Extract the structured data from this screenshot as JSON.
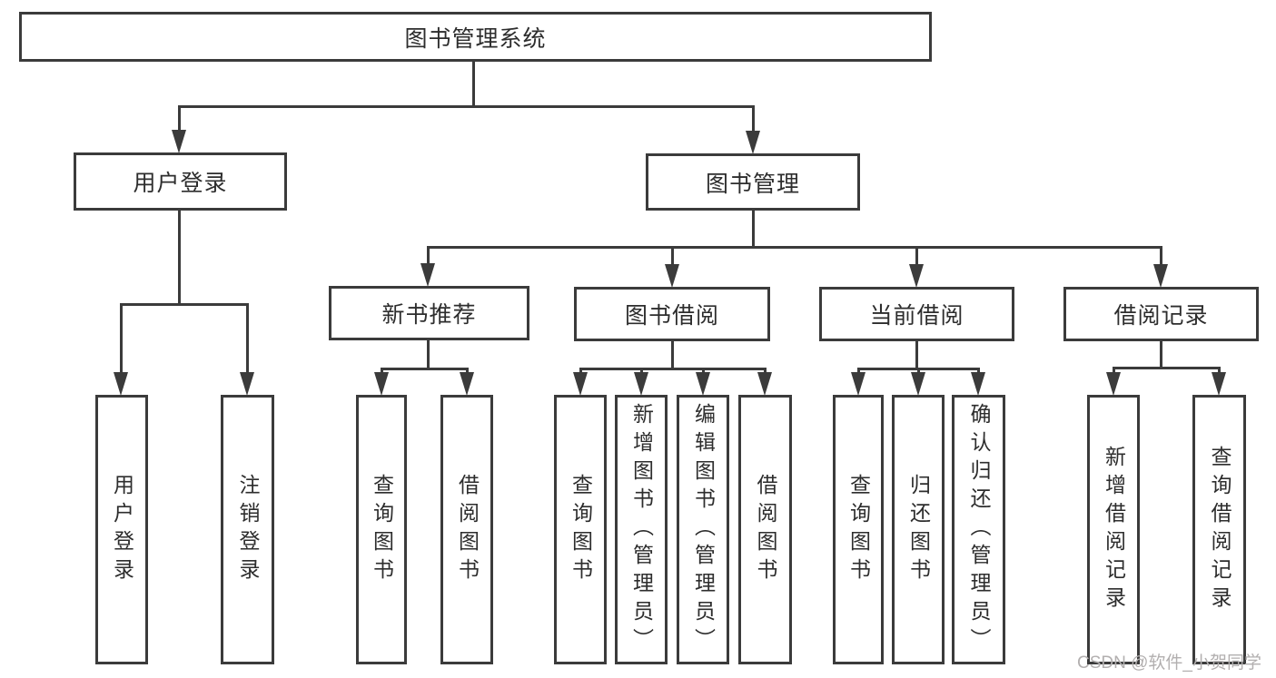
{
  "tree": {
    "label": "图书管理系统",
    "children": [
      {
        "label": "用户登录",
        "children": [
          {
            "label": "用户登录"
          },
          {
            "label": "注销登录"
          }
        ]
      },
      {
        "label": "图书管理",
        "children": [
          {
            "label": "新书推荐",
            "children": [
              {
                "label": "查询图书"
              },
              {
                "label": "借阅图书"
              }
            ]
          },
          {
            "label": "图书借阅",
            "children": [
              {
                "label": "查询图书"
              },
              {
                "label": "新增图书（管理员）"
              },
              {
                "label": "编辑图书（管理员）"
              },
              {
                "label": "借阅图书"
              }
            ]
          },
          {
            "label": "当前借阅",
            "children": [
              {
                "label": "查询图书"
              },
              {
                "label": "归还图书"
              },
              {
                "label": "确认归还（管理员）"
              }
            ]
          },
          {
            "label": "借阅记录",
            "children": [
              {
                "label": "新增借阅记录"
              },
              {
                "label": "查询借阅记录"
              }
            ]
          }
        ]
      }
    ]
  },
  "watermark": {
    "text": "CSDN @软件_小贺同学"
  },
  "colors": {
    "line": "#3b3b3b",
    "text": "#2d2d2d",
    "watermark": "#b2afaf",
    "background": "#ffffff"
  }
}
